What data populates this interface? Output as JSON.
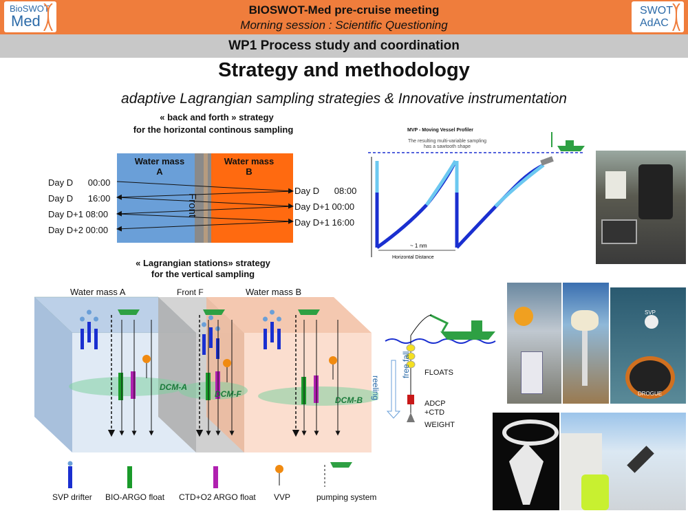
{
  "header": {
    "logo_left_top": "BioSWOT",
    "logo_left_bottom": "Med",
    "logo_right_top": "SWOT",
    "logo_right_bottom": "AdAC",
    "title": "BIOSWOT-Med pre-cruise meeting",
    "subtitle": "Morning session : Scientific Questioning"
  },
  "wp_title": "WP1 Process study and coordination",
  "slide_title": "Strategy and methodology",
  "slide_subtitle": "adaptive Lagrangian sampling strategies & Innovative instrumentation",
  "horizontal": {
    "heading_line1": "« back and forth » strategy",
    "heading_line2": "for the horizontal continous sampling",
    "water_mass_a": "Water mass\nA",
    "water_mass_b": "Water mass\nB",
    "front": "Front",
    "left_times": [
      "Day D      00:00",
      "Day D      16:00",
      "Day D+1 08:00",
      "Day D+2 00:00"
    ],
    "right_times": [
      "Day D      08:00",
      "Day D+1 00:00",
      "Day D+1 16:00"
    ]
  },
  "mvp": {
    "title": "MVP - Moving Vessel Profiler",
    "note_line1": "The resulting multi-variable sampling",
    "note_line2": "has a sawtooth shape",
    "distance": "~ 1 nm",
    "xlabel": "Horizontal Distance"
  },
  "vertical": {
    "heading_line1": "« Lagrangian stations» strategy",
    "heading_line2": "for the vertical sampling",
    "water_mass_a": "Water mass A",
    "front_f": "Front F",
    "water_mass_b": "Water mass B",
    "dcm_a": "DCM-A",
    "dcm_f": "DCM-F",
    "dcm_b": "DCM-B"
  },
  "legend": [
    "SVP drifter",
    "BIO-ARGO float",
    "CTD+O2 ARGO float",
    "VVP",
    "pumping system"
  ],
  "mooring": {
    "reeling": "reeling",
    "free_fall": "free fall",
    "floats": "FLOATS",
    "adcp_line1": "ADCP",
    "adcp_line2": "+CTD",
    "weight": "WEIGHT"
  },
  "photo_labels": {
    "svp": "SVP",
    "drogue": "DROGUE"
  },
  "colors": {
    "header": "#ef7d3c",
    "bar": "#c8c8c8",
    "water_a": "#6a9fd8",
    "water_b": "#ff6a10",
    "front": "#8a8a8a",
    "ship": "#2ea043",
    "drifter": "#1a2fd0",
    "bio_argo": "#1a9a2a",
    "ctd_argo": "#b020b0",
    "vvp": "#f08a10"
  }
}
